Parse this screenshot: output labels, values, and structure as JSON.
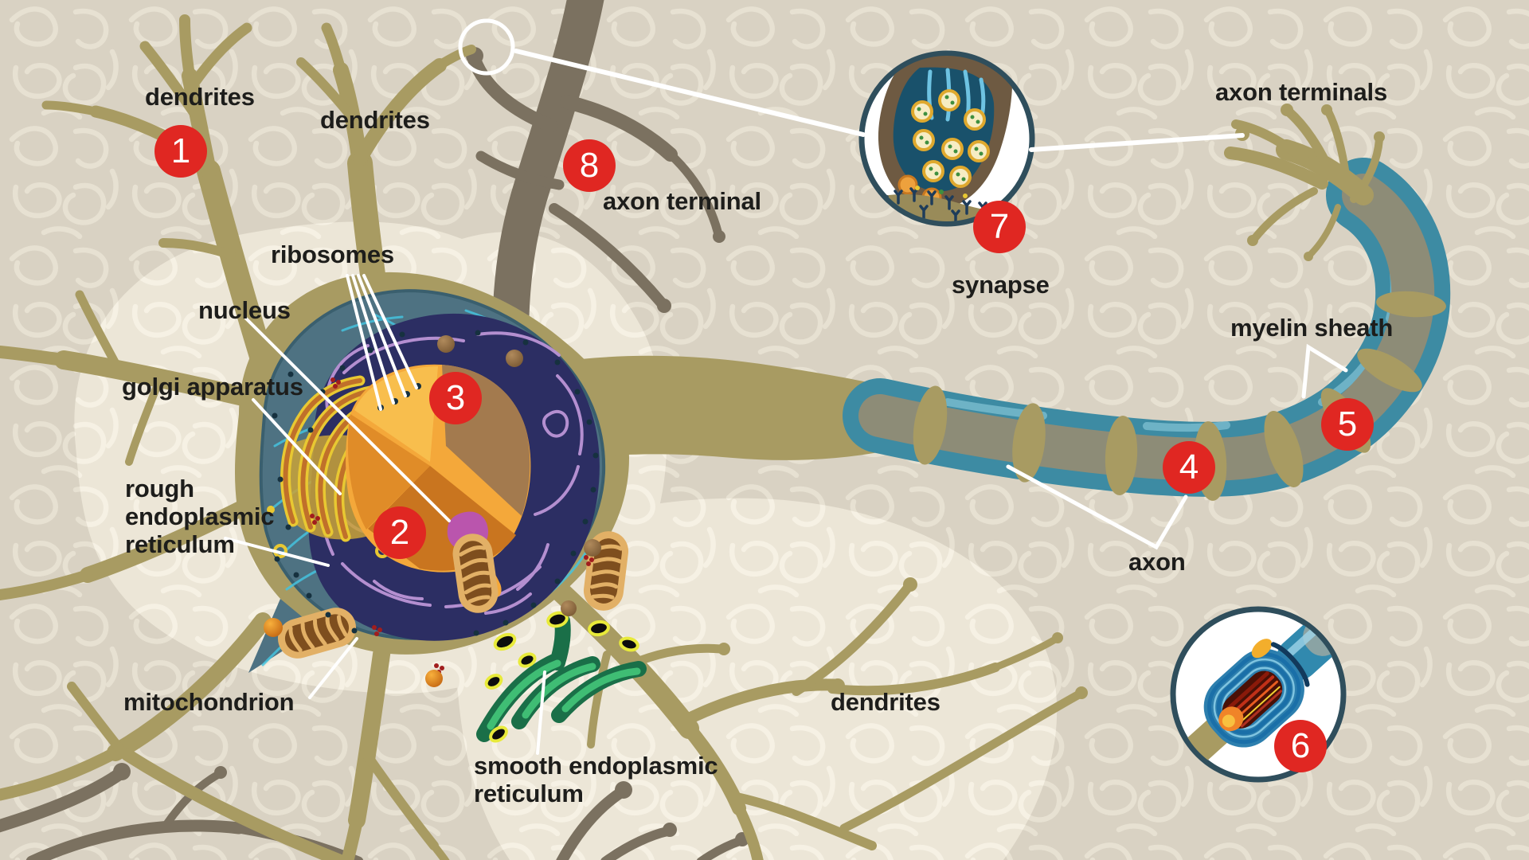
{
  "figure": {
    "type": "anatomy-diagram",
    "subject": "neuron structure",
    "background_color": "#d9d2c3",
    "halo_color": "#ece6d7",
    "badge_color": "#e02722",
    "label_color": "#1d1d1b",
    "neuron_color": "#a89b62",
    "second_neuron_color": "#7b7160",
    "cytoplasm_color": "#4e7282",
    "rough_er_color": "#2c2e63",
    "nucleus_color": "#f4a83a",
    "nucleolus_color": "#ba55ad",
    "golgi_color": "#e8c832",
    "myelin_color": "#3d8ba3",
    "smooth_er_color": "#1a6f48"
  },
  "labels": {
    "dendrites_top_left": "dendrites",
    "dendrites_top_middle": "dendrites",
    "ribosomes": "ribosomes",
    "nucleus": "nucleus",
    "golgi_apparatus": "golgi apparatus",
    "rough_er": "rough endoplasmic reticulum",
    "mitochondrion": "mitochondrion",
    "smooth_er": "smooth endoplasmic reticulum",
    "axon_terminal": "axon terminal",
    "synapse": "synapse",
    "axon_terminals": "axon terminals",
    "myelin_sheath": "myelin sheath",
    "axon": "axon",
    "dendrites_bottom_right": "dendrites"
  },
  "badges": [
    "1",
    "2",
    "3",
    "4",
    "5",
    "6",
    "7",
    "8"
  ]
}
